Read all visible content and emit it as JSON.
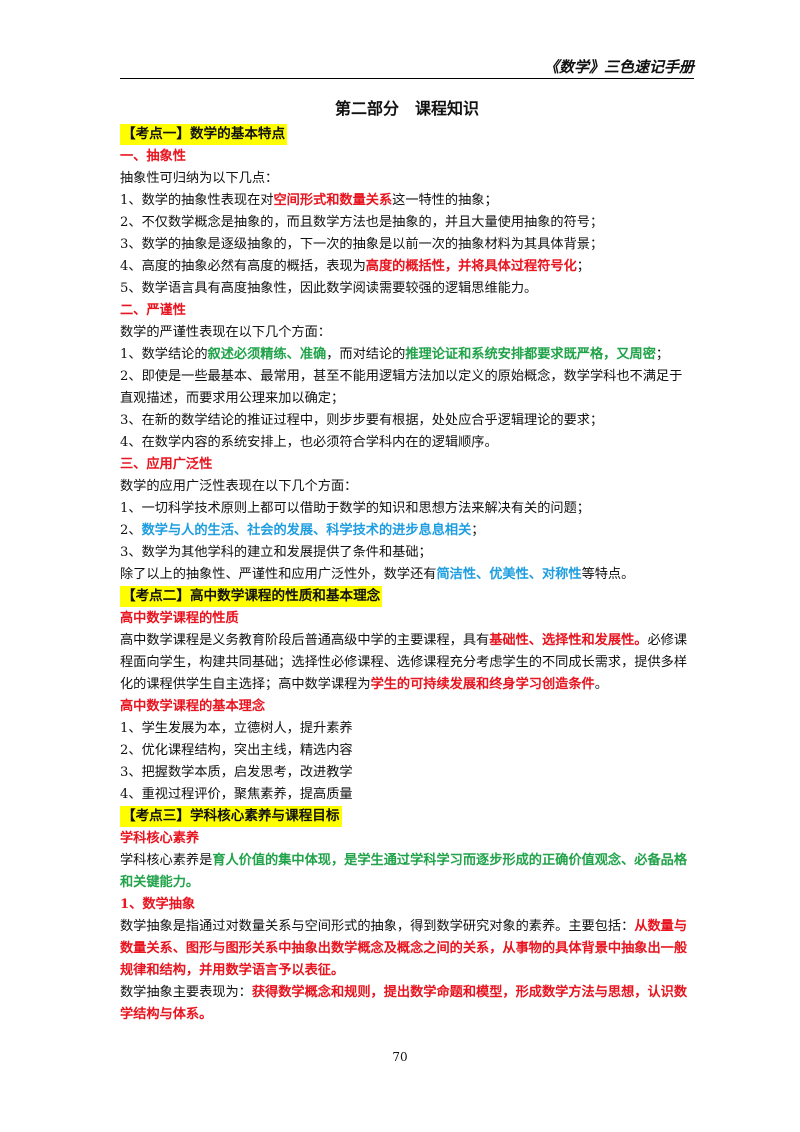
{
  "header": {
    "title": "《数学》三色速记手册"
  },
  "page_title": "第二部分　课程知识",
  "kd1": {
    "label": "【考点一】数学的基本特点",
    "s1_num": "一、",
    "s1_title": "抽象性",
    "s1_intro": "抽象性可归纳为以下几点：",
    "l1a": "1、数学的抽象性表现在对",
    "l1b": "空间形式和数量关系",
    "l1c": "这一特性的抽象；",
    "l2": "2、不仅数学概念是抽象的，而且数学方法也是抽象的，并且大量使用抽象的符号；",
    "l3": "3、数学的抽象是逐级抽象的，下一次的抽象是以前一次的抽象材料为其具体背景；",
    "l4a": "4、高度的抽象必然有高度的概括，表现为",
    "l4b": "高度的概括性，并将具体过程符号化",
    "l4c": "；",
    "l5": "5、数学语言具有高度抽象性，因此数学阅读需要较强的逻辑思维能力。",
    "s2_num": "二、",
    "s2_title": "严谨性",
    "s2_intro": "数学的严谨性表现在以下几个方面：",
    "m1a": "1、数学结论的",
    "m1b": "叙述必须精练、准确",
    "m1c": "，而对结论的",
    "m1d": "推理论证和系统安排都要求既严格，又周密",
    "m1e": "；",
    "m2": "2、即使是一些最基本、最常用，甚至不能用逻辑方法加以定义的原始概念，数学学科也不满足于直观描述，而要求用公理来加以确定；",
    "m3": "3、在新的数学结论的推证过程中，则步步要有根据，处处应合乎逻辑理论的要求；",
    "m4": "4、在数学内容的系统安排上，也必须符合学科内在的逻辑顺序。",
    "s3_num": "三、",
    "s3_title": "应用广泛性",
    "s3_intro": "数学的应用广泛性表现在以下几个方面：",
    "n1": "1、一切科学技术原则上都可以借助于数学的知识和思想方法来解决有关的问题；",
    "n2a": "2、",
    "n2b": "数学与人的生活、社会的发展、科学技术的进步息息相关",
    "n2c": "；",
    "n3": "3、数学为其他学科的建立和发展提供了条件和基础；",
    "n4a": "除了以上的抽象性、严谨性和应用广泛性外，数学还有",
    "n4b": "简洁性、优美性、对称性",
    "n4c": "等特点。"
  },
  "kd2": {
    "label": "【考点二】高中数学课程的性质和基本理念",
    "h1": "高中数学课程的性质",
    "p1a": "高中数学课程是义务教育阶段后普通高级中学的主要课程，具有",
    "p1b": "基础性、选择性和发展性。",
    "p1c": "必修课程面向学生，构建共同基础；选择性必修课程、选修课程充分考虑学生的不同成长需求，提供多样化的课程供学生自主选择；高中数学课程为",
    "p1d": "学生的可持续发展和终身学习创造条件",
    "p1e": "。",
    "h2": "高中数学课程的基本理念",
    "r1": "1、学生发展为本，立德树人，提升素养",
    "r2": "2、优化课程结构，突出主线，精选内容",
    "r3": "3、把握数学本质，启发思考，改进教学",
    "r4": "4、重视过程评价，聚焦素养，提高质量"
  },
  "kd3": {
    "label": "【考点三】学科核心素养与课程目标",
    "h1": "学科核心素养",
    "p1a": "学科核心素养是",
    "p1b": "育人价值的集中体现，是学生通过学科学习而逐步形成的正确价值观念、必备品格和关键能力。",
    "h2": "1、数学抽象",
    "p2a": "数学抽象是指通过对数量关系与空间形式的抽象，得到数学研究对象的素养。主要包括：",
    "p2b": "从数量与数量关系、图形与图形关系中抽象出数学概念及概念之间的关系，从事物的具体背景中抽象出一般规律和结构，并用数学语言予以表征。",
    "p3a": "数学抽象主要表现为：",
    "p3b": "获得数学概念和规则，提出数学命题和模型，形成数学方法与思想，认识数学结构与体系。"
  },
  "page_number": "70"
}
